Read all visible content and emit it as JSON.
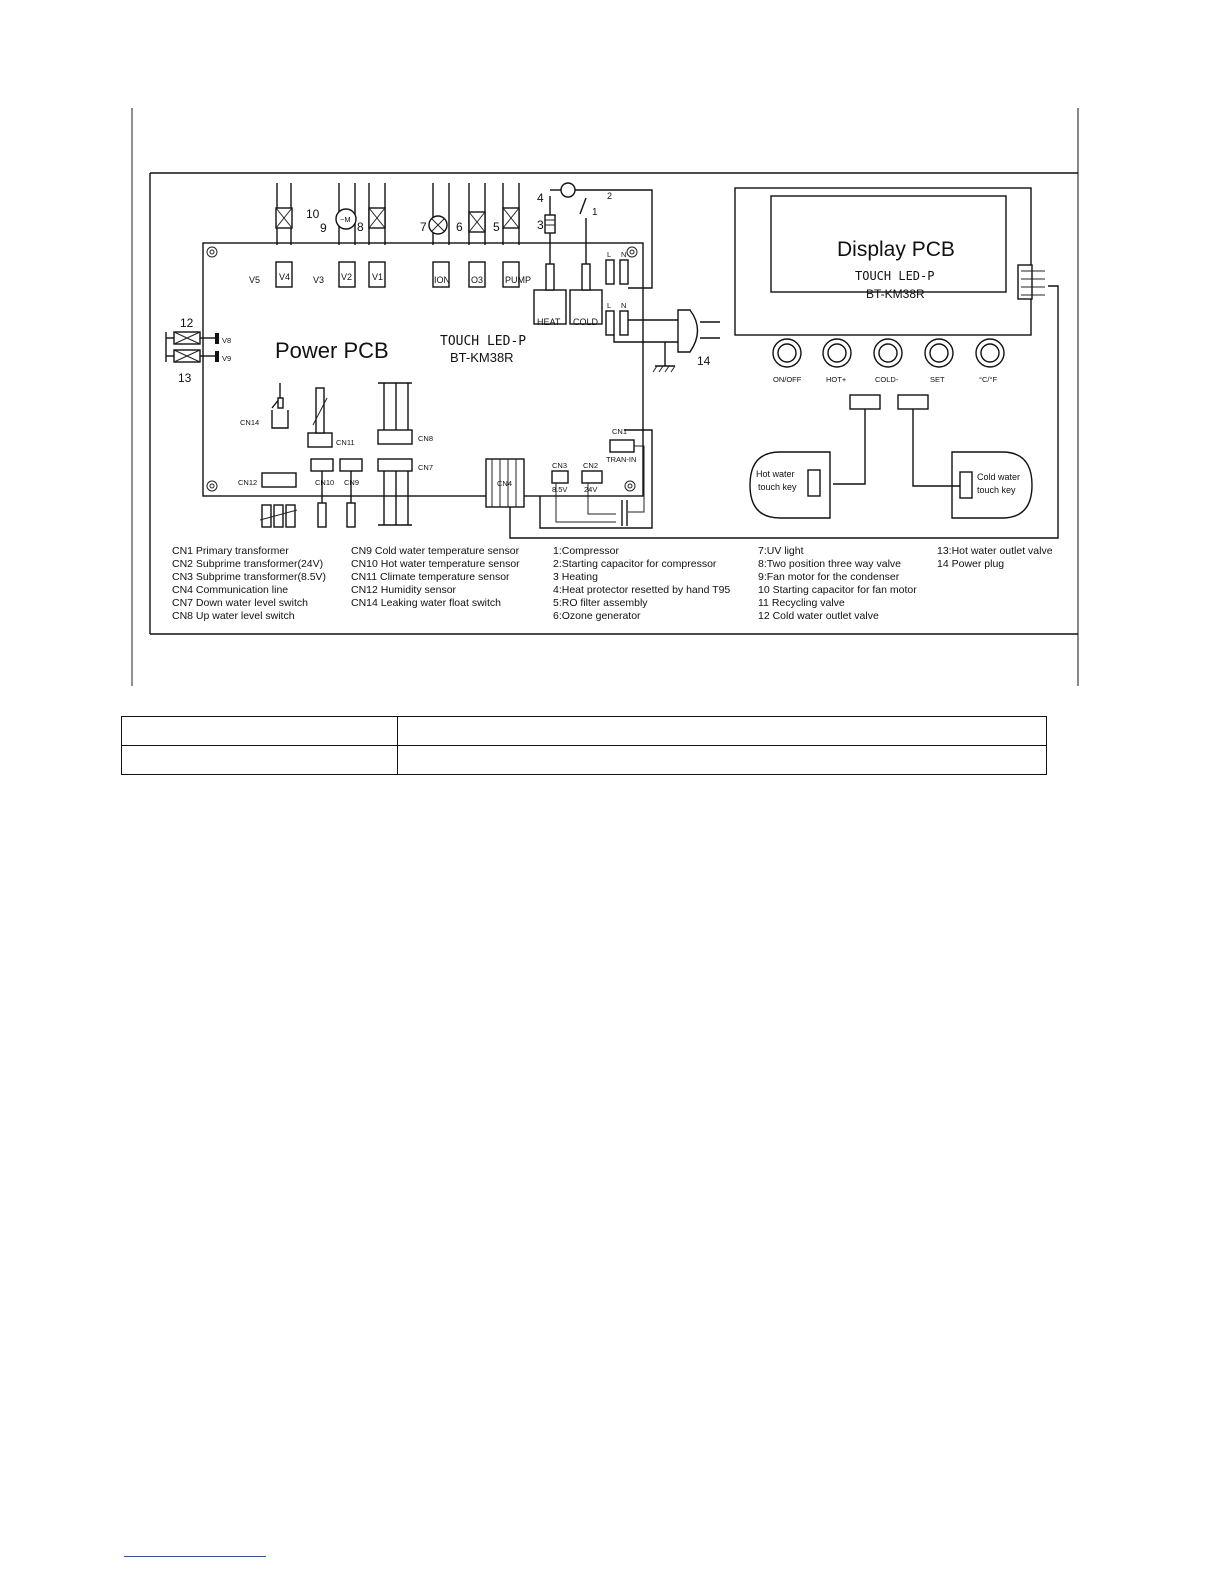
{
  "diagram": {
    "power_pcb": {
      "title": "Power PCB",
      "model_line1": "TOUCH LED-P",
      "model_line2": "BT-KM38R"
    },
    "display_pcb": {
      "title": "Display PCB",
      "model_line1": "TOUCH LED-P",
      "model_line2": "BT-KM38R"
    },
    "valve_labels": [
      "V5",
      "V4",
      "V3",
      "V2",
      "V1"
    ],
    "terminal_labels": [
      "ION",
      "O3",
      "PUMP",
      "HEAT",
      "COLD"
    ],
    "side_valves": [
      "V8",
      "V9"
    ],
    "line_labels": [
      "L",
      "N",
      "L",
      "N"
    ],
    "connectors": [
      "CN14",
      "CN11",
      "CN8",
      "CN12",
      "CN10",
      "CN9",
      "CN7",
      "CN4",
      "CN3",
      "CN2",
      "CN1"
    ],
    "connector_sublabels": {
      "cn3": "8.5V",
      "cn2": "24V",
      "cn1": "TRAN-IN"
    },
    "component_numbers": [
      "10",
      "9",
      "8",
      "7",
      "6",
      "5",
      "4",
      "3",
      "2",
      "1",
      "12",
      "13",
      "14"
    ],
    "buttons": [
      "ON/OFF",
      "HOT+",
      "COLD-",
      "SET",
      "°C/°F"
    ],
    "hot_key": {
      "line1": "Hot water",
      "line2": "touch key"
    },
    "cold_key": {
      "line1": "Cold water",
      "line2": "touch key"
    },
    "legend_columns": [
      [
        "CN1 Primary transformer",
        "CN2 Subprime transformer(24V)",
        "CN3 Subprime transformer(8.5V)",
        "CN4 Communication line",
        "CN7 Down water level switch",
        "CN8 Up water level switch"
      ],
      [
        "CN9 Cold water temperature sensor",
        "CN10 Hot water temperature sensor",
        "CN11 Climate temperature sensor",
        "CN12 Humidity sensor",
        "CN14 Leaking water float switch"
      ],
      [
        "1:Compressor",
        "2:Starting capacitor for compressor",
        "3 Heating",
        "4:Heat protector resetted by hand T95",
        "5:RO filter assembly",
        "6:Ozone generator"
      ],
      [
        "7:UV light",
        "8:Two position three way valve",
        "9:Fan motor for the condenser",
        "10 Starting capacitor for fan motor",
        "11 Recycling valve",
        "12 Cold water outlet valve"
      ],
      [
        "13:Hot water outlet valve",
        "14 Power plug"
      ]
    ]
  },
  "table": {
    "rows": [
      [
        "",
        ""
      ],
      [
        "",
        ""
      ]
    ]
  }
}
